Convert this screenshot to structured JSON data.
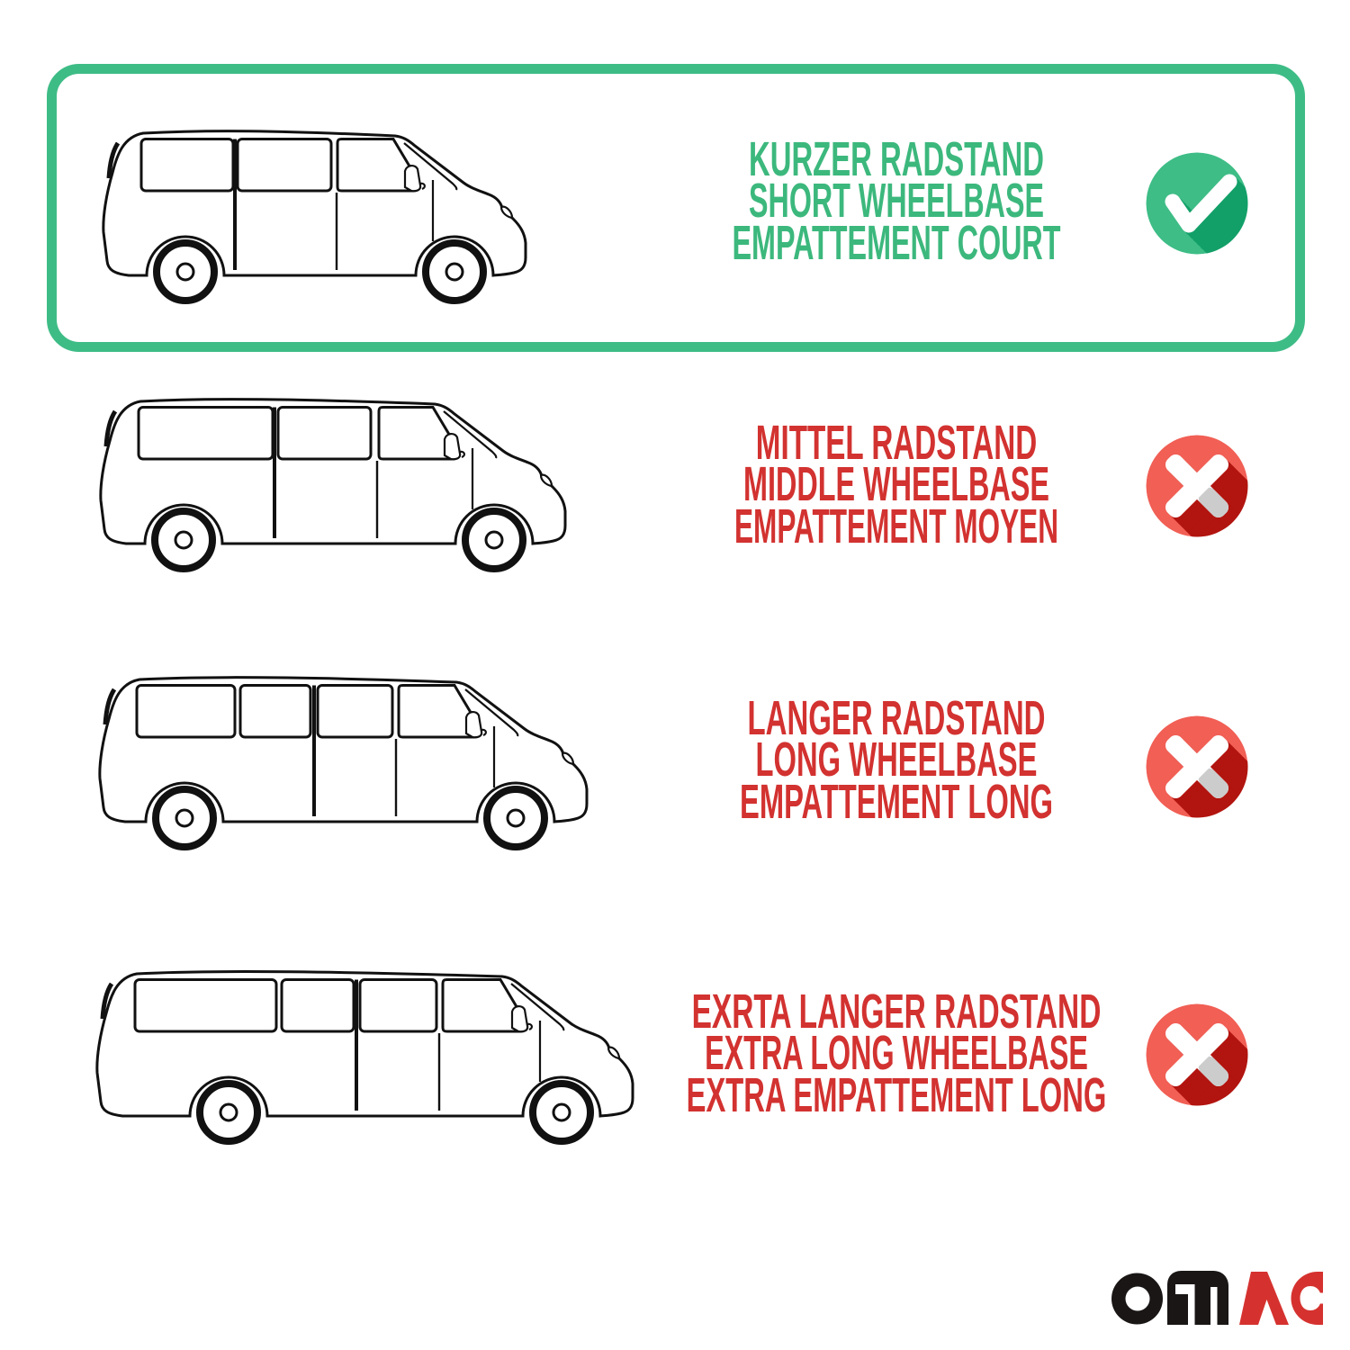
{
  "page": {
    "type": "product-infographic",
    "background": "#ffffff"
  },
  "options": [
    {
      "id": "short",
      "lines": [
        "KURZER RADSTAND",
        "SHORT WHEELBASE",
        "EMPATTEMENT COURT"
      ],
      "status": "selected",
      "icon": "check-icon",
      "highlighted": true
    },
    {
      "id": "middle",
      "lines": [
        "MITTEL RADSTAND",
        "MIDDLE WHEELBASE",
        "EMPATTEMENT MOYEN"
      ],
      "status": "rejected",
      "icon": "cross-icon",
      "highlighted": false
    },
    {
      "id": "long",
      "lines": [
        "LANGER RADSTAND",
        "LONG WHEELBASE",
        "EMPATTEMENT LONG"
      ],
      "status": "rejected",
      "icon": "cross-icon",
      "highlighted": false
    },
    {
      "id": "extra-long",
      "lines": [
        "EXRTA LANGER RADSTAND",
        "EXTRA LONG WHEELBASE",
        "EXTRA EMPATTEMENT LONG"
      ],
      "status": "rejected",
      "icon": "cross-icon",
      "highlighted": false
    }
  ],
  "brand": {
    "name": "OMAC"
  },
  "colors": {
    "highlight_green": "#3ebc86",
    "text_green": "#3cb87d",
    "text_red": "#d23230",
    "check_circle": "#3ebd86",
    "check_shadow": "#12a068",
    "cross_circle": "#f15f55",
    "cross_shadow": "#b2140f",
    "cross_arm_gray": "#cccccc",
    "van_line": "#111111",
    "logo_black": "#1a1616",
    "logo_red": "#d5322f"
  }
}
